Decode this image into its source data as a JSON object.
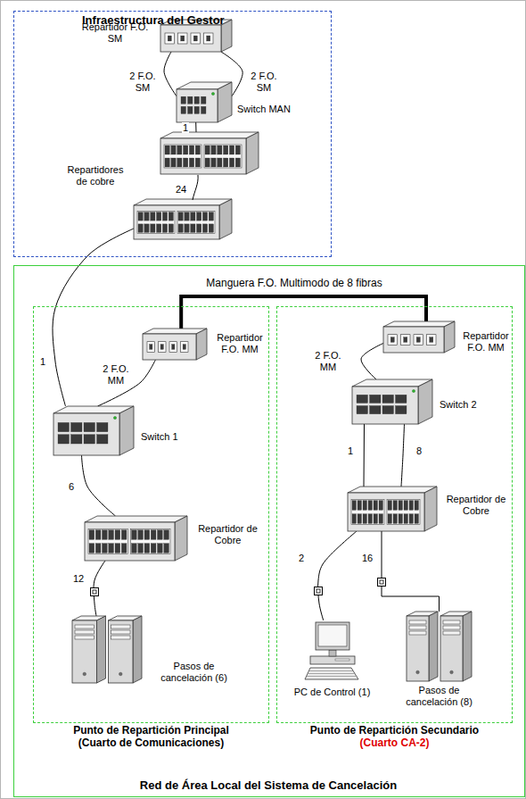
{
  "diagram": {
    "nodes": [
      {
        "text": [
          "Infraestructura del Gestor"
        ]
      },
      {
        "text": [
          "Repartidor F.O. SM"
        ],
        "in": 0
      },
      {
        "text": [
          "Switch MAN"
        ],
        "in": 0
      },
      {
        "text": [
          "Repartidores de cobre"
        ],
        "in": 0
      },
      {
        "text": [
          "Red de Área Local del Sistema de Cancelación"
        ]
      },
      {
        "text": [
          "Punto de Repartición Principal",
          "(Cuarto de Comunicaciones)"
        ],
        "in": 4
      },
      {
        "text": [
          "Repartidor F.O. MM"
        ],
        "in": 5
      },
      {
        "text": [
          "Switch 1"
        ],
        "in": 5
      },
      {
        "text": [
          "Repartidor de Cobre"
        ],
        "in": 5
      },
      {
        "text": [
          "Pasos de cancelación (6)"
        ],
        "in": 5
      },
      {
        "text": [
          "Punto de Repartición Secundario",
          "(Cuarto CA-2)"
        ],
        "in": 4
      },
      {
        "text": [
          "Repartidor F.O. MM"
        ],
        "in": 10
      },
      {
        "text": [
          "Switch 2"
        ],
        "in": 10
      },
      {
        "text": [
          "Repartidor de Cobre"
        ],
        "in": 10
      },
      {
        "text": [
          "PC de Control (1)"
        ],
        "in": 10
      },
      {
        "text": [
          "Pasos de cancelación (8)"
        ],
        "in": 10
      }
    ],
    "edges": [
      {
        "from": 1,
        "to": 2,
        "label": "2 F.O. SM",
        "arrow": "none"
      },
      {
        "from": 1,
        "to": 2,
        "label": "2 F.O. SM",
        "arrow": "none"
      },
      {
        "from": 2,
        "to": 3,
        "label": "1",
        "arrow": "none"
      },
      {
        "from": 3,
        "to": 7,
        "label": "1",
        "arrow": "none"
      },
      {
        "from": 6,
        "to": 11,
        "label": "Manguera F.O. Multimodo de 8 fibras",
        "arrow": "none"
      },
      {
        "from": 6,
        "to": 7,
        "label": "2 F.O. MM",
        "arrow": "none"
      },
      {
        "from": 7,
        "to": 8,
        "label": "6",
        "arrow": "none"
      },
      {
        "from": 8,
        "to": 9,
        "label": "12",
        "arrow": "none"
      },
      {
        "from": 11,
        "to": 12,
        "label": "2 F.O. MM",
        "arrow": "none"
      },
      {
        "from": 12,
        "to": 13,
        "label": "1",
        "arrow": "none"
      },
      {
        "from": 12,
        "to": 13,
        "label": "8",
        "arrow": "none"
      },
      {
        "from": 13,
        "to": 14,
        "label": "2",
        "arrow": "none"
      },
      {
        "from": 13,
        "to": 15,
        "label": "16",
        "arrow": "none"
      }
    ],
    "labels": [
      "24"
    ]
  }
}
